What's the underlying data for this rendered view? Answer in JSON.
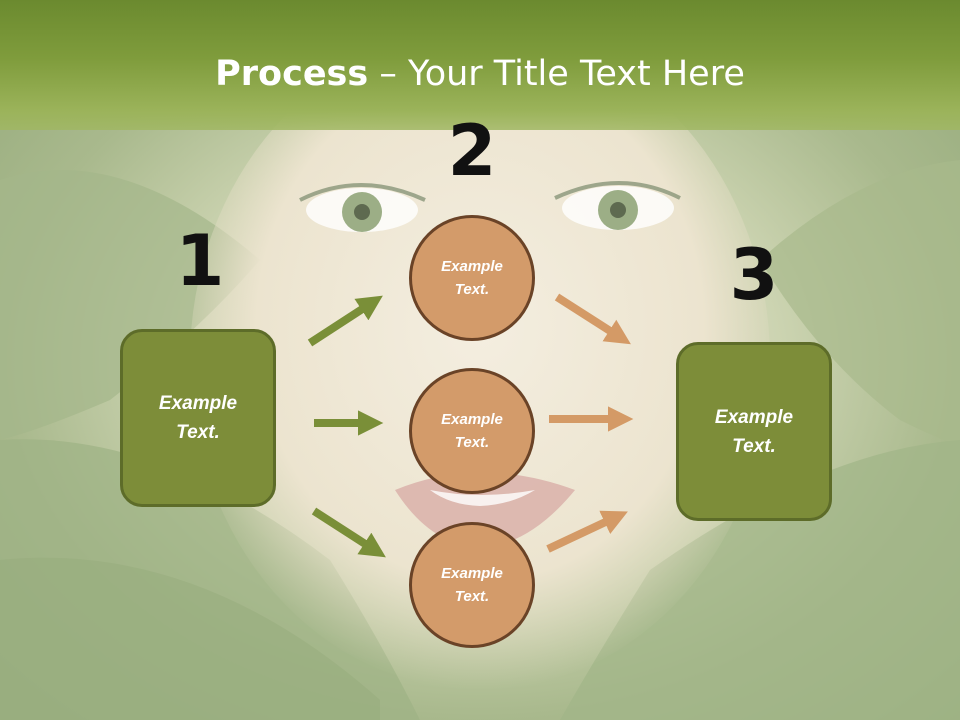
{
  "title": {
    "bold": "Process",
    "rest": " – Your Title Text Here"
  },
  "steps": {
    "one": "1",
    "two": "2",
    "three": "3"
  },
  "left_box": {
    "text": "Example Text."
  },
  "right_box": {
    "text": "Example Text."
  },
  "circles": [
    {
      "text": "Example Text."
    },
    {
      "text": "Example Text."
    },
    {
      "text": "Example Text."
    }
  ],
  "colors": {
    "title_bar": "#7f9c3c",
    "box_fill": "#7d8d39",
    "circle_fill": "#d39b6a",
    "green_arrow": "#7a8f38",
    "orange_arrow": "#d49a66"
  }
}
